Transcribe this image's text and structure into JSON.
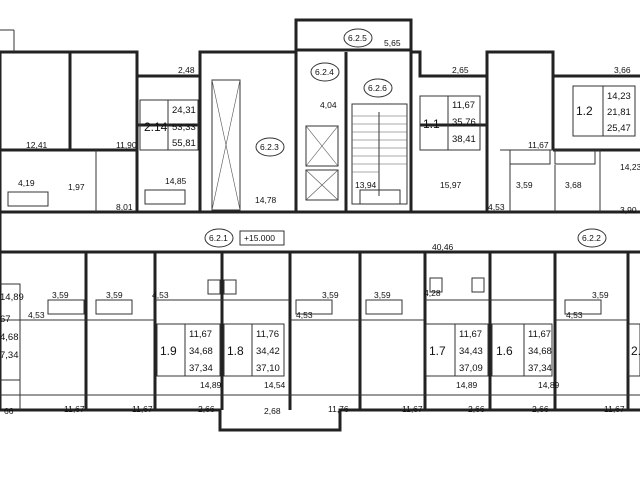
{
  "section_tags": {
    "t625": "6.2.5",
    "t624": "6.2.4",
    "t626": "6.2.6",
    "t623": "6.2.3",
    "t621": "6.2.1",
    "t622": "6.2.2"
  },
  "elevation": "+15.000",
  "corridor_area": "40,46",
  "apartments": {
    "a214": {
      "number": "2.14",
      "values": [
        "24,31",
        "53,33",
        "55,81"
      ]
    },
    "a11": {
      "number": "1.1",
      "values": [
        "11,67",
        "35,76",
        "38,41"
      ]
    },
    "a12": {
      "number": "1.2",
      "values": [
        "14,23",
        "21,81",
        "25,47"
      ]
    },
    "a19": {
      "number": "1.9",
      "values": [
        "11,67",
        "34,68",
        "37,34"
      ]
    },
    "a18": {
      "number": "1.8",
      "values": [
        "11,76",
        "34,42",
        "37,10"
      ]
    },
    "a17": {
      "number": "1.7",
      "values": [
        "11,67",
        "34,43",
        "37,09"
      ]
    },
    "a16": {
      "number": "1.6",
      "values": [
        "11,67",
        "34,68",
        "37,34"
      ]
    },
    "a2x": {
      "number": "2."
    }
  },
  "left_partial": [
    "14,89",
    "67",
    "4,68",
    "7,34"
  ],
  "dims": {
    "d565": "5,65",
    "d248": "2,48",
    "d404": "4,04",
    "d265": "2,65",
    "d366": "3,66",
    "d1241": "12,41",
    "d1190": "11,90",
    "d419": "4,19",
    "d197": "1,97",
    "d801": "8,01",
    "d1485": "14,85",
    "d1478": "14,78",
    "d1394": "13,94",
    "d1597": "15,97",
    "d1167a": "11,67",
    "d359a": "3,59",
    "d368": "3,68",
    "d453a": "4,53",
    "d1423": "14,23",
    "d390": "3,90",
    "d359b": "3,59",
    "d359c": "3,59",
    "d453b": "4,53",
    "d453c": "4,53",
    "d359d": "3,59",
    "d359e": "3,59",
    "d453d": "4,53",
    "d428": "4,28",
    "d453e": "4,53",
    "d359f": "3,59",
    "d1489a": "14,89",
    "d1454": "14,54",
    "d1489b": "14,89",
    "d1489c": "14,89",
    "d066": "66",
    "d1167b": "11,67",
    "d1167c": "11,67",
    "d266a": "2,66",
    "d268": "2,68",
    "d1176": "11,76",
    "d1167d": "11,67",
    "d266b": "2,66",
    "d266c": "2,66",
    "d1167e": "11,67"
  }
}
